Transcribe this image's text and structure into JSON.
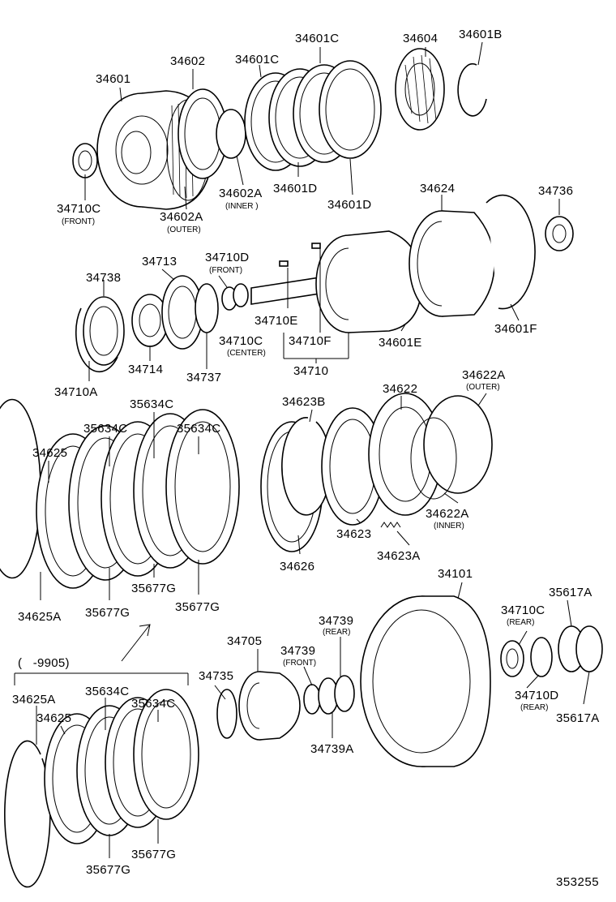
{
  "figure_number": "353255",
  "labels": {
    "34601": "34601",
    "34602": "34602",
    "34601C_a": "34601C",
    "34601C_b": "34601C",
    "34604": "34604",
    "34601B": "34601B",
    "34710C_front": "34710C",
    "34710C_front_sub": "(FRONT)",
    "34602A_inner": "34602A",
    "34602A_inner_sub": "(INNER )",
    "34602A_outer": "34602A",
    "34602A_outer_sub": "(OUTER)",
    "34601D_a": "34601D",
    "34601D_b": "34601D",
    "34624": "34624",
    "34736": "34736",
    "34713": "34713",
    "34710D_front": "34710D",
    "34710D_front_sub": "(FRONT)",
    "34738": "34738",
    "34710E": "34710E",
    "34710C_center": "34710C",
    "34710C_center_sub": "(CENTER)",
    "34710F": "34710F",
    "34710": "34710",
    "34714": "34714",
    "34737": "34737",
    "34710A": "34710A",
    "34601E": "34601E",
    "34601F": "34601F",
    "35634C_top": "35634C",
    "35634C_left": "35634C",
    "35634C_right": "35634C",
    "34625": "34625",
    "34623B": "34623B",
    "34622": "34622",
    "34622A_outer": "34622A",
    "34622A_outer_sub": "(OUTER)",
    "34622A_inner": "34622A",
    "34622A_inner_sub": "(INNER)",
    "34623": "34623",
    "34623A": "34623A",
    "34626": "34626",
    "34625A": "34625A",
    "35677G_a": "35677G",
    "35677G_b": "35677G",
    "34101": "34101",
    "35617A_a": "35617A",
    "35617A_b": "35617A",
    "34710C_rear": "34710C",
    "34710C_rear_sub": "(REAR)",
    "34710D_rear": "34710D",
    "34710D_rear_sub": "(REAR)",
    "34705": "34705",
    "34739_rear": "34739",
    "34739_rear_sub": "(REAR)",
    "34739_front": "34739",
    "34739_front_sub": "(FRONT)",
    "34735": "34735",
    "34739A": "34739A",
    "range_9905": "(   -9905)",
    "b_34625A": "34625A",
    "b_34625": "34625",
    "b_35634C_a": "35634C",
    "b_35634C_b": "35634C",
    "b_35677G_a": "35677G",
    "b_35677G_b": "35677G"
  }
}
